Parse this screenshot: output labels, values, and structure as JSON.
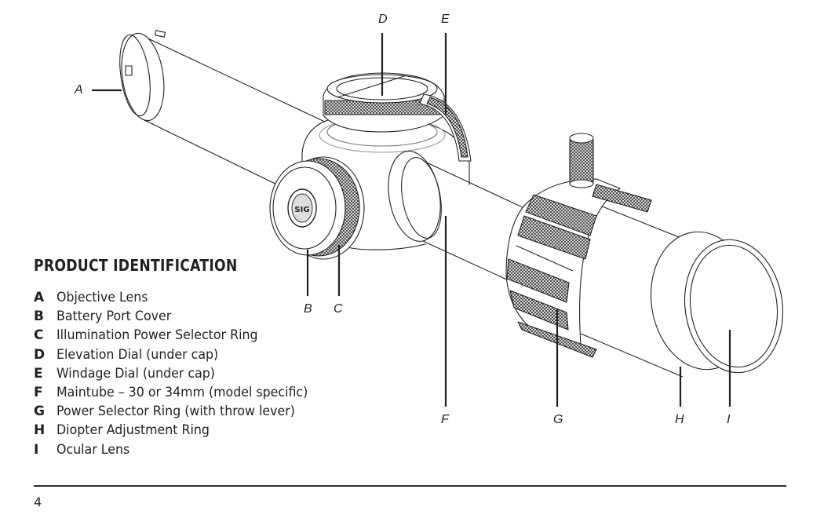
{
  "section_title": "PRODUCT IDENTIFICATION",
  "callouts": {
    "A": "A",
    "B": "B",
    "C": "C",
    "D": "D",
    "E": "E",
    "F": "F",
    "G": "G",
    "H": "H",
    "I": "I"
  },
  "parts": [
    {
      "key": "A",
      "label": "Objective Lens"
    },
    {
      "key": "B",
      "label": "Battery Port Cover"
    },
    {
      "key": "C",
      "label": "Illumination Power Selector Ring"
    },
    {
      "key": "D",
      "label": "Elevation Dial (under cap)"
    },
    {
      "key": "E",
      "label": "Windage Dial (under cap)"
    },
    {
      "key": "F",
      "label": "Maintube – 30 or 34mm (model specific)"
    },
    {
      "key": "G",
      "label": "Power Selector Ring (with throw lever)"
    },
    {
      "key": "H",
      "label": "Diopter Adjustment Ring"
    },
    {
      "key": "I",
      "label": "Ocular Lens"
    }
  ],
  "page_number": "4",
  "logo_text": "SIG",
  "colors": {
    "ink": "#231f20",
    "line": "#2b2b2b",
    "background": "#ffffff"
  }
}
